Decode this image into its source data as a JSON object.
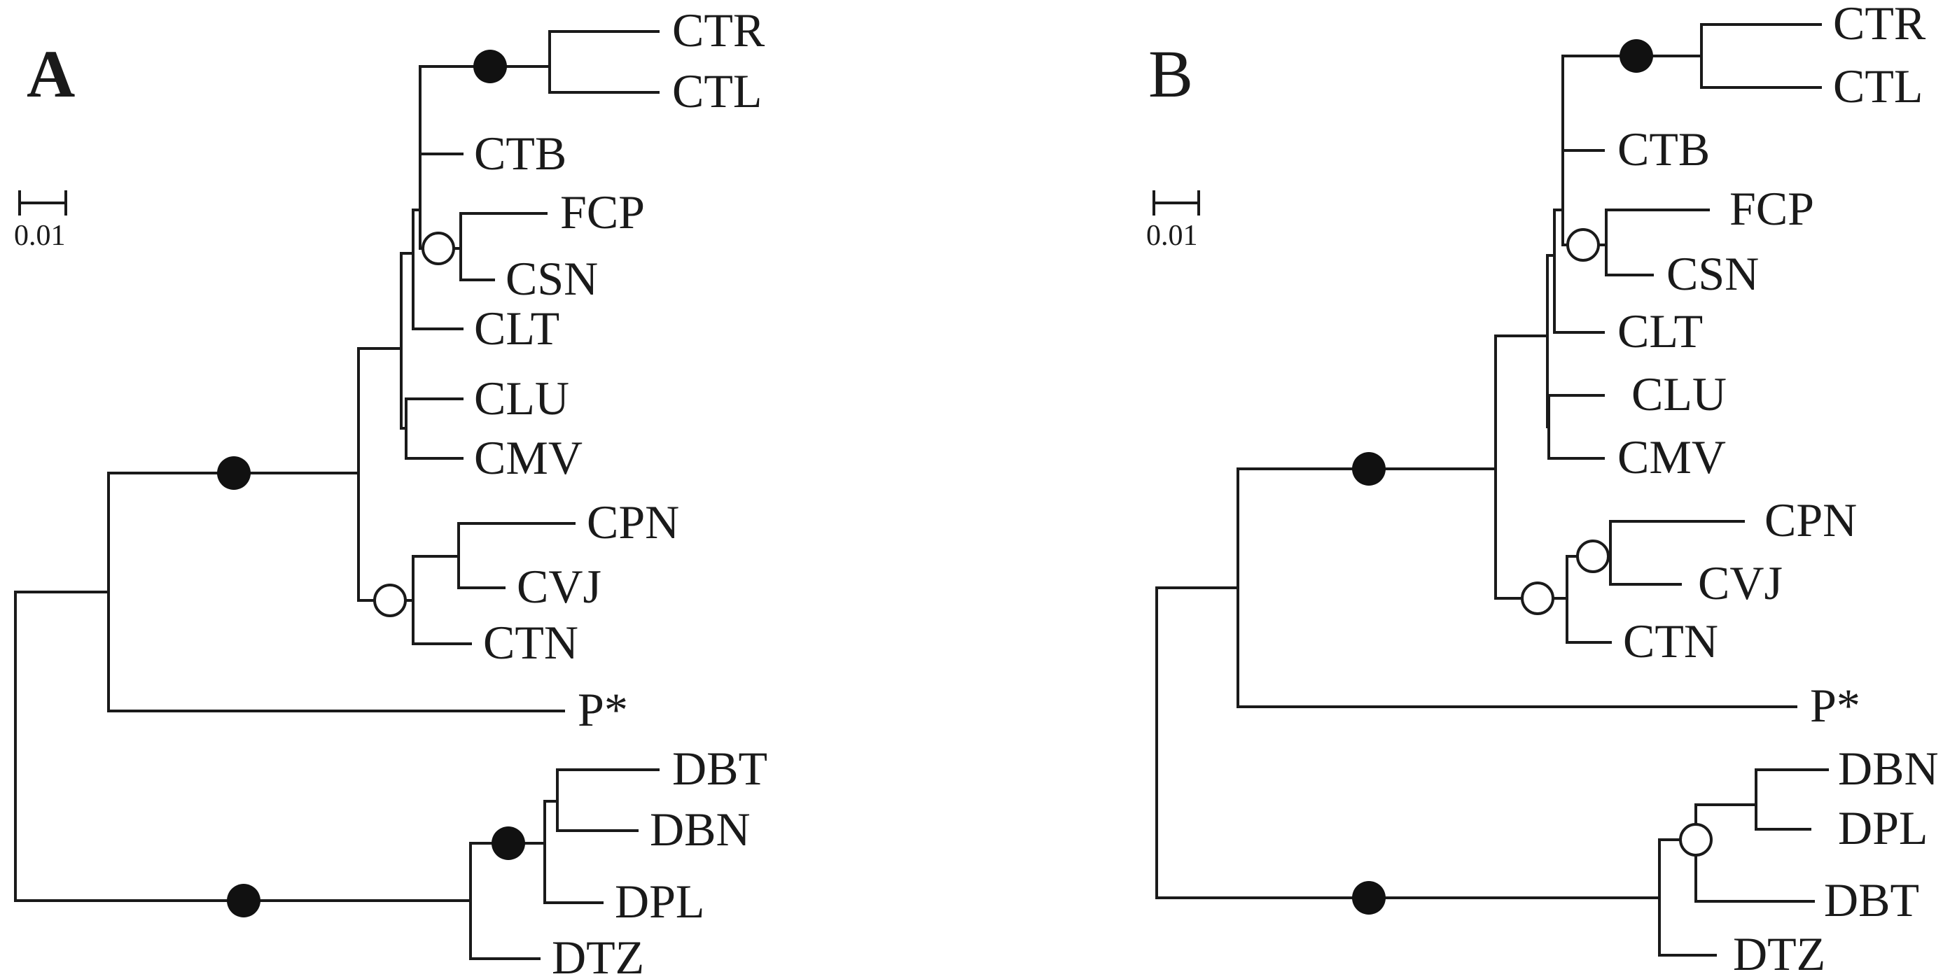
{
  "figure": {
    "panels": [
      {
        "id": "A",
        "label": "A",
        "scale_label": "0.01",
        "tips": [
          "CTR",
          "CTL",
          "CTB",
          "FCP",
          "CSN",
          "CLT",
          "CLU",
          "CMV",
          "CPN",
          "CVJ",
          "CTN",
          "P*",
          "DBT",
          "DBN",
          "DPL",
          "DTZ"
        ],
        "filled_nodes": 4,
        "open_nodes": 2
      },
      {
        "id": "B",
        "label": "B",
        "scale_label": "0.01",
        "tips": [
          "CTR",
          "CTL",
          "CTB",
          "FCP",
          "CSN",
          "CLT",
          "CLU",
          "CMV",
          "CPN",
          "CVJ",
          "CTN",
          "P*",
          "DBN",
          "DPL",
          "DBT",
          "DTZ"
        ],
        "filled_nodes": 3,
        "open_nodes": 4
      }
    ]
  }
}
